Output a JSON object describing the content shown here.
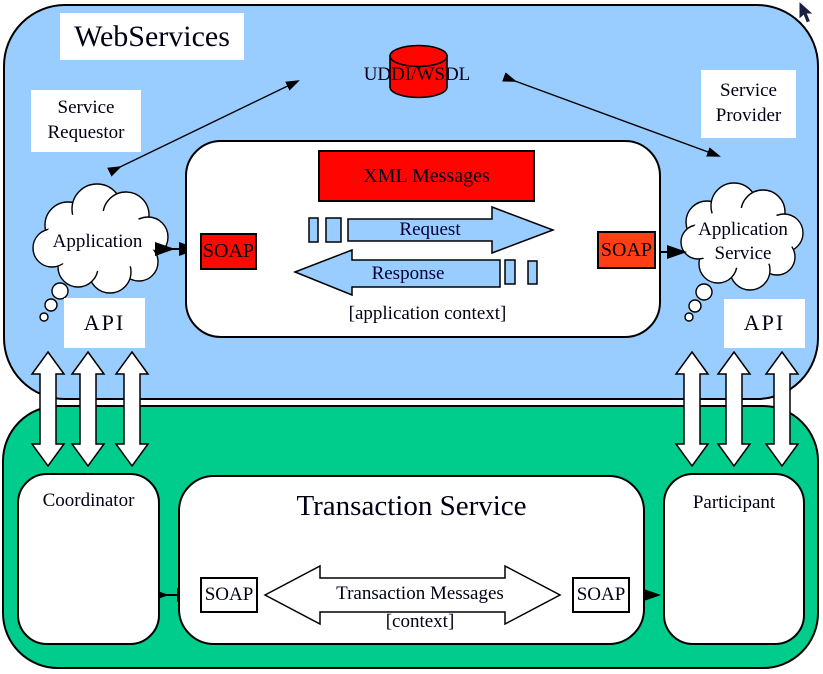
{
  "colors": {
    "region_blue": "#99CCFF",
    "region_green": "#00CC8C",
    "red": "#FF0400",
    "soap_right_red": "#FF3E16",
    "message_arrow_blue": "#99CCFF",
    "border_black": "#000000"
  },
  "diagram": {
    "title": "WebServices",
    "registry_label": "UDDI/WSDL",
    "service_requestor": {
      "line1": "Service",
      "line2": "Requestor"
    },
    "service_provider": {
      "line1": "Service",
      "line2": "Provider"
    },
    "application_cloud_label": "Application",
    "application_service_cloud": {
      "line1": "Application",
      "line2": "Service"
    },
    "api_left_label": "API",
    "api_right_label": "API",
    "message_box": {
      "xml_messages": "XML Messages",
      "soap_left": "SOAP",
      "soap_right": "SOAP",
      "request": "Request",
      "response": "Response",
      "context": "[application context]"
    },
    "transaction": {
      "coordinator": "Coordinator",
      "participant": "Participant",
      "service_title": "Transaction Service",
      "soap_left": "SOAP",
      "soap_right": "SOAP",
      "messages": "Transaction Messages",
      "context": "[context]"
    }
  }
}
